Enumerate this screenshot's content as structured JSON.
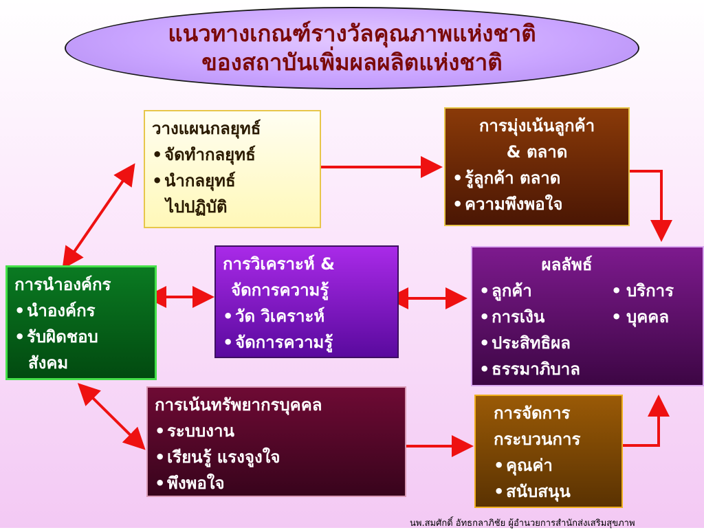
{
  "title": {
    "line1": "แนวทางเกณฑ์รางวัลคุณภาพแห่งชาติ",
    "line2": "ของสถาบันเพิ่มผลผลิตแห่งชาติ"
  },
  "boxes": {
    "strategy": {
      "heading": "วางแผนกลยุทธ์",
      "items": [
        "จัดทำกลยุทธ์",
        "นำกลยุทธ์"
      ],
      "item2_cont": "ไปปฏิบัติ"
    },
    "customer": {
      "heading1": "การมุ่งเน้นลูกค้า",
      "heading2": "& ตลาด",
      "items": [
        "รู้ลูกค้า  ตลาด",
        "ความพึงพอใจ"
      ]
    },
    "leadership": {
      "heading": "การนำองค์กร",
      "items": [
        "นำองค์กร",
        "รับผิดชอบ"
      ],
      "item2_cont": "สังคม"
    },
    "analysis": {
      "heading1": "การวิเคราะห์ &",
      "heading2": "จัดการความรู้",
      "items": [
        "วัด  วิเคราะห์",
        "จัดการความรู้"
      ]
    },
    "results": {
      "heading": "ผลลัพธ์",
      "items": [
        "ลูกค้า",
        "บริการ",
        "การเงิน",
        "บุคคล",
        "ประสิทธิผล",
        "ธรรมาภิบาล"
      ]
    },
    "hr": {
      "heading": "การเน้นทรัพยากรบุคคล",
      "items": [
        "ระบบงาน",
        "เรียนรู้  แรงจูงใจ",
        "พึงพอใจ"
      ]
    },
    "process": {
      "heading1": "การจัดการ",
      "heading2": "กระบวนการ",
      "items": [
        "คุณค่า",
        "สนับสนุน"
      ]
    }
  },
  "bullet": "•",
  "footer": "นพ.สมศักดิ์  อัทธกลาภิชัย ผู้อำนวยการสำนักส่งเสริมสุขภาพ",
  "colors": {
    "arrow": "#ee1111",
    "title_text": "#7a0a0a"
  }
}
